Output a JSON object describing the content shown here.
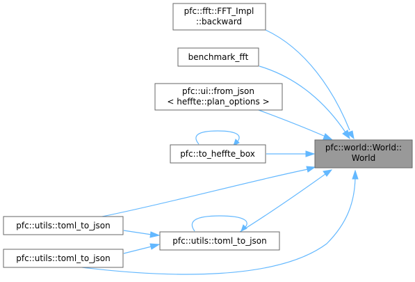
{
  "graph": {
    "nodes": {
      "world": {
        "lines": [
          "pfc::world::World::",
          "World"
        ]
      },
      "fft_backward": {
        "lines": [
          "pfc::fft::FFT_Impl",
          "::backward"
        ]
      },
      "benchmark_fft": {
        "lines": [
          "benchmark_fft"
        ]
      },
      "from_json": {
        "lines": [
          "pfc::ui::from_json",
          "< heffte::plan_options >"
        ]
      },
      "to_heffte_box": {
        "lines": [
          "pfc::to_heffte_box"
        ]
      },
      "toml_to_json_a": {
        "lines": [
          "pfc::utils::toml_to_json"
        ]
      },
      "toml_to_json_mid": {
        "lines": [
          "pfc::utils::toml_to_json"
        ]
      },
      "toml_to_json_b": {
        "lines": [
          "pfc::utils::toml_to_json"
        ]
      }
    },
    "edges": [
      {
        "from": "fft_backward",
        "to": "world"
      },
      {
        "from": "benchmark_fft",
        "to": "world"
      },
      {
        "from": "from_json",
        "to": "world"
      },
      {
        "from": "to_heffte_box",
        "to": "world"
      },
      {
        "from": "to_heffte_box",
        "to": "to_heffte_box"
      },
      {
        "from": "toml_to_json_a",
        "to": "world"
      },
      {
        "from": "toml_to_json_a",
        "to": "toml_to_json_mid"
      },
      {
        "from": "toml_to_json_mid",
        "to": "world"
      },
      {
        "from": "toml_to_json_mid",
        "to": "toml_to_json_mid"
      },
      {
        "from": "toml_to_json_b",
        "to": "toml_to_json_mid"
      },
      {
        "from": "toml_to_json_b",
        "to": "world"
      }
    ],
    "colors": {
      "edge": "#63b8ff",
      "focus_fill": "#999999",
      "node_fill": "#ffffff",
      "border": "#666666"
    }
  }
}
